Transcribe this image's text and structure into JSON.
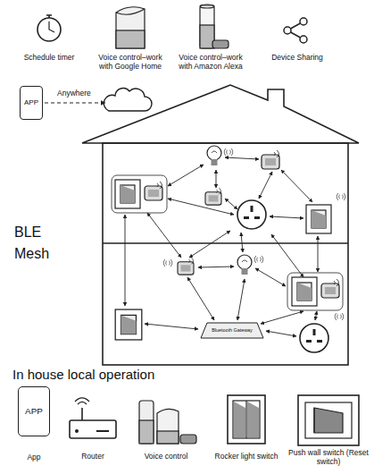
{
  "diagram": {
    "nodes": [
      {
        "text": [
          "APP"
        ]
      },
      {
        "text": [
          "Bluetooth Gateway"
        ]
      },
      {
        "text": [
          "APP",
          "App"
        ]
      }
    ],
    "labels": [
      "Schedule timer",
      "Voice control–work with Google Home",
      "Voice control–work with Amazon Alexa",
      "Device Sharing",
      "Anywhere",
      "BLE Mesh",
      "In house local operation",
      "Router",
      "Voice control",
      "Rocker light switch",
      "Push wall switch (Reset switch)"
    ]
  }
}
